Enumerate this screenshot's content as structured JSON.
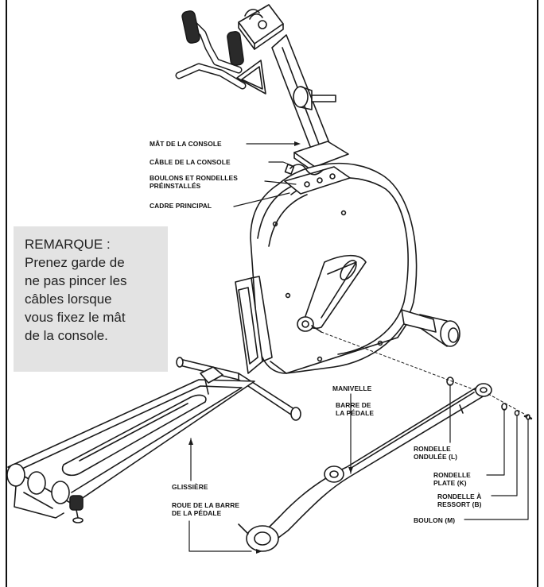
{
  "callouts": {
    "console_mast": "MÂT DE LA CONSOLE",
    "console_cable": "CÂBLE DE LA CONSOLE",
    "preinstalled_bolts": "BOULONS ET RONDELLES\nPRÉINSTALLÉS",
    "main_frame": "CADRE PRINCIPAL",
    "crank": "MANIVELLE",
    "pedal_bar": "BARRE DE\nLA PÉDALE",
    "wave_washer": "RONDELLE\nONDULÉE (L)",
    "flat_washer": "RONDELLE\nPLATE (K)",
    "spring_washer": "RONDELLE À\nRESSORT (B)",
    "bolt": "BOULON (M)",
    "rail": "GLISSIÈRE",
    "pedal_bar_wheel": "ROUE DE LA BARRE\nDE LA PÉDALE"
  },
  "note": {
    "title": "REMARQUE :",
    "body": "Prenez garde de\nne pas pincer les\ncâbles lorsque\nvous fixez le mât\nde la console."
  }
}
